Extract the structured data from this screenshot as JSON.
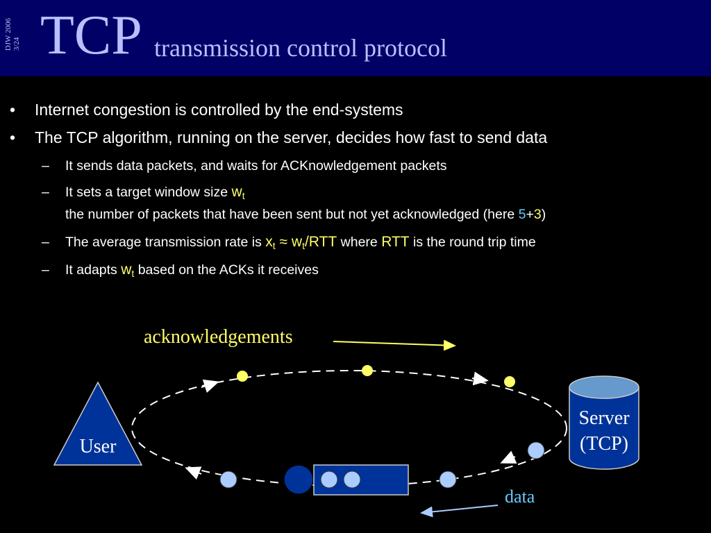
{
  "header": {
    "side_line1": "DJW 2006",
    "side_line2": "3/24",
    "title_main": "TCP",
    "title_sub": "transmission control protocol"
  },
  "bullets": {
    "b1": {
      "marker": "•",
      "text": "Internet congestion is controlled by the end-systems"
    },
    "b2": {
      "marker": "•",
      "text": "The TCP algorithm, running on the server, decides how fast to send data"
    },
    "s1": {
      "marker": "–",
      "text": "It sends data packets, and waits for ACKnowledgement packets"
    },
    "s2": {
      "marker": "–",
      "text": "It sets a target window size ",
      "w": "w",
      "t": "t",
      "line2_a": "the number of packets that have been sent but not yet acknowledged (here ",
      "n5": "5",
      "plus": "+",
      "n3": "3",
      "close": ")"
    },
    "s3": {
      "marker": "–",
      "text_a": "The average transmission rate is ",
      "x": "x",
      "t1": "t",
      "approx": " ≈ w",
      "t2": "t",
      "rtt": "/RTT",
      "where": "  where ",
      "rtt2": "RTT",
      "text_b": " is the round trip time"
    },
    "s4": {
      "marker": "–",
      "text_a": "It adapts ",
      "w": "w",
      "t": "t",
      "text_b": "  based on the ACKs it receives"
    }
  },
  "diagram": {
    "ack_label": "acknowledgements",
    "data_label": "data",
    "user_label": "User",
    "server_label_1": "Server",
    "server_label_2": "(TCP)"
  },
  "colors": {
    "header_bg": "#000066",
    "title": "#b8c0ff",
    "accent_yellow": "#ffff66",
    "accent_blue": "#66ccff",
    "node_blue": "#003399",
    "data_packet": "#aaccff",
    "ack_packet": "#ffff66"
  }
}
